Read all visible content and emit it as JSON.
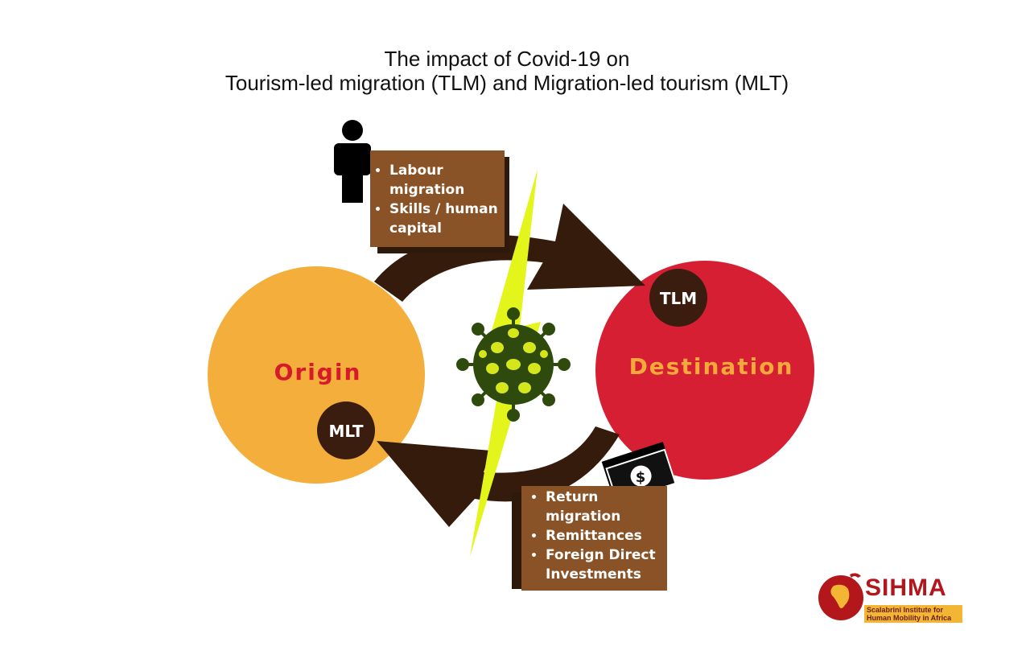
{
  "title": {
    "line1": "The impact of Covid-19 on",
    "line2": "Tourism-led migration (TLM) and Migration-led tourism (MLT)"
  },
  "origin": {
    "label": "Origin",
    "badge": "MLT",
    "color": "#f4ae3b"
  },
  "destination": {
    "label": "Destination",
    "badge": "TLM",
    "color": "#d71f33"
  },
  "top_box": {
    "items": [
      "Labour migration",
      "Skills / human capital"
    ]
  },
  "bottom_box": {
    "items": [
      "Return migration",
      "Remittances",
      "Foreign Direct Investments"
    ]
  },
  "money_symbol": "$",
  "colors": {
    "arrow": "#341b0b",
    "box": "#8a5327",
    "bolt": "#e3f51a",
    "virus": "#2e4a0c",
    "virus_spots": "#d6e61c"
  },
  "logo": {
    "name": "SIHMA",
    "subtitle": "Scalabrini Institute for Human Mobility in Africa"
  }
}
